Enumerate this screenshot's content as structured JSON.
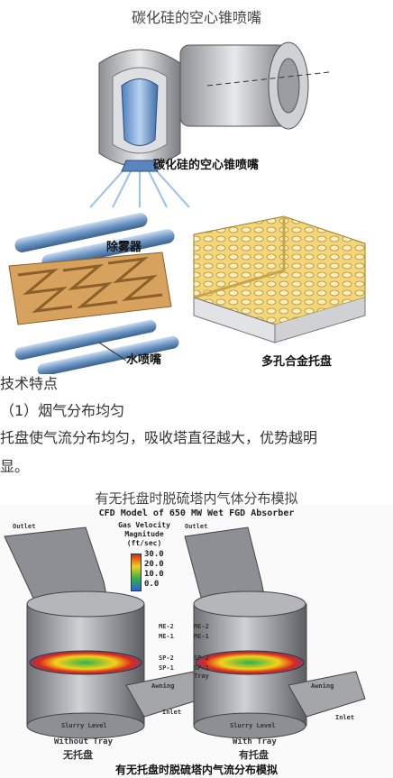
{
  "figure1": {
    "title": "碳化硅的空心锥喷嘴",
    "label": "碳化硅的空心锥喷嘴"
  },
  "figure2": {
    "label_demister": "除雾器",
    "label_nozzle": "水喷嘴",
    "label_tray": "多孔合金托盘"
  },
  "text": {
    "heading": "技术特点",
    "point": "（1）烟气分布均匀",
    "body_line1": "托盘使气流分布均匀，吸收塔直径越大，优势越明",
    "body_line2": "显。"
  },
  "figure3": {
    "title": "有无托盘时脱硫塔内气体分布模拟",
    "cfd_title": "CFD Model of 650 MW Wet FGD Absorber",
    "legend_title": "Gas Velocity Magnitude (ft/sec)",
    "legend_values": [
      "30.0",
      "20.0",
      "10.0",
      "0.0"
    ],
    "legend_colors": [
      "#d9261c",
      "#f2d21b",
      "#32b04a",
      "#2a5fd8"
    ],
    "outlet": "Outlet",
    "me2": "ME-2",
    "me1": "ME-1",
    "sp2": "SP-2",
    "sp1": "SP-1",
    "tray": "Tray",
    "awning": "Awning",
    "inlet": "Inlet",
    "slurry": "Slurry Level",
    "without_en": "Without Tray",
    "without_cn": "无托盘",
    "with_en": "With Tray",
    "with_cn": "有托盘",
    "bottom_caption": "有无托盘时脱硫塔内气流分布模拟"
  }
}
